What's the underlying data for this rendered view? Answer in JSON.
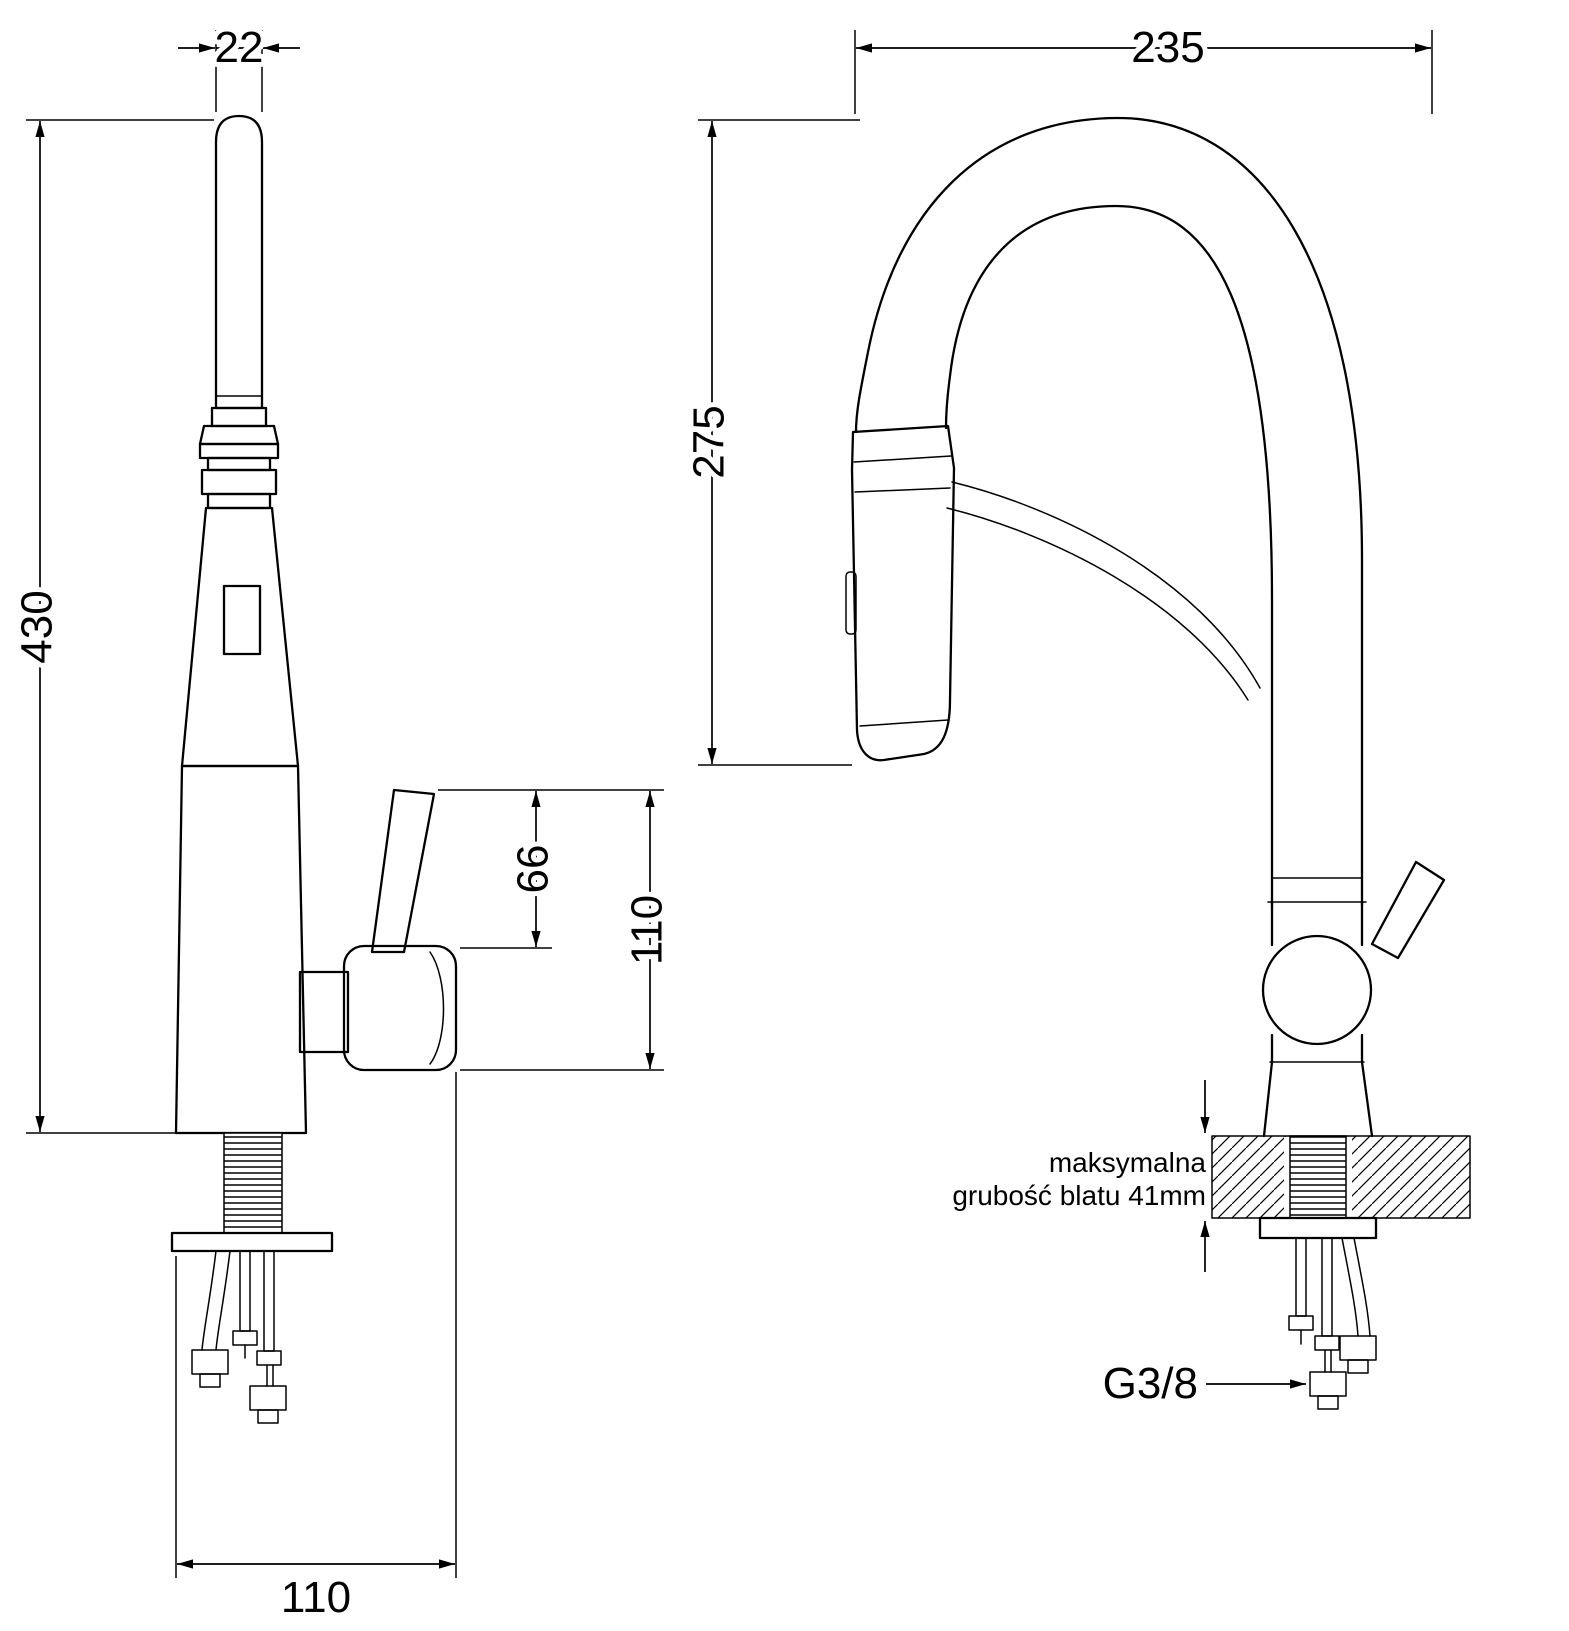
{
  "page": {
    "background": "#ffffff",
    "line_color": "#000000",
    "description": "technical dimension drawing of kitchen faucet, two views"
  },
  "left_view": {
    "dims": {
      "spout_diameter": "22",
      "total_height": "430",
      "lever_height": "66",
      "handle_height": "110",
      "base_depth": "110"
    }
  },
  "right_view": {
    "dims": {
      "spout_reach": "235",
      "spout_height": "275"
    },
    "counter_note": {
      "line1": "maksymalna",
      "line2": "grubość blatu 41mm"
    },
    "connector_thread": "G3/8"
  }
}
